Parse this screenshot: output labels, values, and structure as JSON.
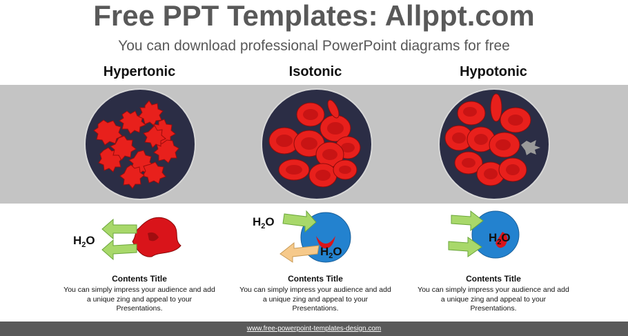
{
  "header": {
    "title": "Free PPT Templates: Allppt.com",
    "subtitle": "You can download professional PowerPoint diagrams for free"
  },
  "columns": [
    {
      "heading": "Hypertonic",
      "content_title": "Contents Title",
      "content_text": "You can simply impress your audience and add a unique zing and appeal to your Presentations.",
      "water_label": "H",
      "water_sub": "2",
      "water_tail": "O"
    },
    {
      "heading": "Isotonic",
      "content_title": "Contents Title",
      "content_text": "You can simply impress your audience and add a unique zing and appeal to your Presentations.",
      "water_label": "H",
      "water_sub": "2",
      "water_tail": "O"
    },
    {
      "heading": "Hypotonic",
      "content_title": "Contents Title",
      "content_text": "You can simply impress your audience and add a unique zing and appeal to your Presentations.",
      "water_label": "H",
      "water_sub": "2",
      "water_tail": "O"
    }
  ],
  "footer": {
    "link": "www.free-powerpoint-templates-design.com"
  },
  "colors": {
    "band": "#c4c4c4",
    "dish": "#2b2d45",
    "cell": "#e8201c",
    "cell_dark": "#b01010",
    "arrow_green": "#a8d86a",
    "arrow_orange": "#f6c98a",
    "cell_blue": "#2382cf",
    "footer": "#595959"
  },
  "icons": [
    "hypertonic-dish-icon",
    "isotonic-dish-icon",
    "hypotonic-dish-icon",
    "water-out-arrow-icon",
    "water-exchange-arrow-icon",
    "water-in-arrow-icon"
  ]
}
